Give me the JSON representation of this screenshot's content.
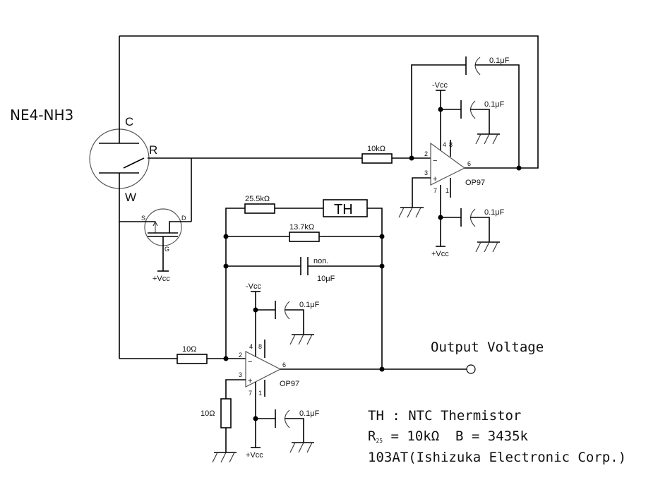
{
  "sensor": {
    "name": "NE4-NH3",
    "terminals": {
      "counter": "C",
      "reference": "R",
      "working": "W"
    }
  },
  "mosfet": {
    "source": "S",
    "drain": "D",
    "gate": "G",
    "gate_supply": "+Vcc"
  },
  "upper_stage": {
    "input_resistor": "10kΩ",
    "feedback_capacitor": "0.1μF",
    "opamp": {
      "part": "OP97",
      "pins": {
        "inv": "2",
        "noninv": "3",
        "out": "6",
        "p4": "4",
        "p8": "8",
        "p7": "7",
        "p1": "1"
      },
      "inv_symbol": "−",
      "noninv_symbol": "+"
    },
    "neg_supply": "-Vcc",
    "neg_decoupling": "0.1μF",
    "pos_supply": "+Vcc",
    "pos_decoupling": "0.1μF"
  },
  "lower_stage": {
    "feedback_resistor_series": "25.5kΩ",
    "thermistor_label": "TH",
    "feedback_resistor_parallel": "13.7kΩ",
    "feedback_capacitor_type": "non.",
    "feedback_capacitor": "10μF",
    "input_resistor": "10Ω",
    "bias_resistor": "10Ω",
    "opamp": {
      "part": "OP97",
      "pins": {
        "inv": "2",
        "noninv": "3",
        "out": "6",
        "p4": "4",
        "p8": "8",
        "p7": "7",
        "p1": "1"
      },
      "inv_symbol": "−",
      "noninv_symbol": "+"
    },
    "neg_supply": "-Vcc",
    "neg_decoupling": "0.1μF",
    "pos_supply": "+Vcc",
    "pos_decoupling": "0.1μF"
  },
  "output": {
    "label": "Output Voltage"
  },
  "notes": {
    "line1": "TH : NTC Thermistor",
    "line2_prefix": "R",
    "line2_subscript": "25",
    "line2_rest": " = 10kΩ  B = 3435k",
    "line3": "103AT(Ishizuka Electronic Corp.)"
  }
}
